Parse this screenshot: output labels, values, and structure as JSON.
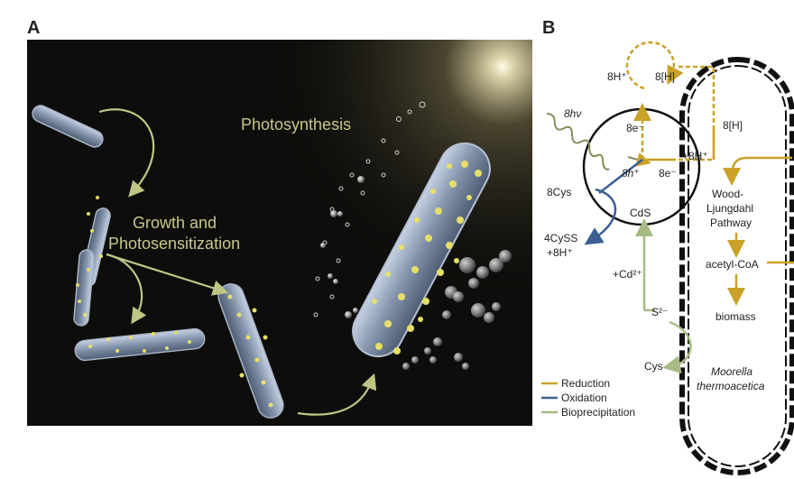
{
  "panel_a": {
    "letter": "A",
    "photosynthesis_label": "Photosynthesis",
    "growth_label_line1": "Growth and",
    "growth_label_line2": "Photosensitization"
  },
  "panel_b": {
    "letter": "B",
    "light_label": "8hν",
    "proton_top": "8H⁺",
    "hydrogen_top": "8[H]",
    "hydrogen_right": "8[H]",
    "electron_up": "8e⁻",
    "electron_right": "8e⁻",
    "proton_mid": "+8H⁺",
    "hole_label": "8h⁺",
    "cys_label": "8Cys",
    "cyss_line1": "4CySS",
    "cyss_line2": "+8H⁺",
    "cds_label": "CdS",
    "cd_label": "+Cd²⁺",
    "sulfide_label": "S²⁻",
    "cys_bottom": "Cys",
    "pathway_line1": "Wood-",
    "pathway_line2": "Ljungdahl",
    "pathway_line3": "Pathway",
    "acetyl_label": "acetyl-CoA",
    "biomass_label": "biomass",
    "organism_line1": "Moorella",
    "organism_line2": "thermoacetica",
    "legend": [
      {
        "label": "Reduction",
        "color": "#c9a227"
      },
      {
        "label": "Oxidation",
        "color": "#3b5f95"
      },
      {
        "label": "Bioprecipitation",
        "color": "#a7bb84"
      }
    ]
  },
  "colors": {
    "reduction": "#c9a227",
    "oxidation": "#3b5f95",
    "bioprecipitation": "#a7bb84",
    "panel_a_background": "#0d0d0b",
    "cell_body": "#8fa0b8",
    "particle": "#e6df6a"
  }
}
